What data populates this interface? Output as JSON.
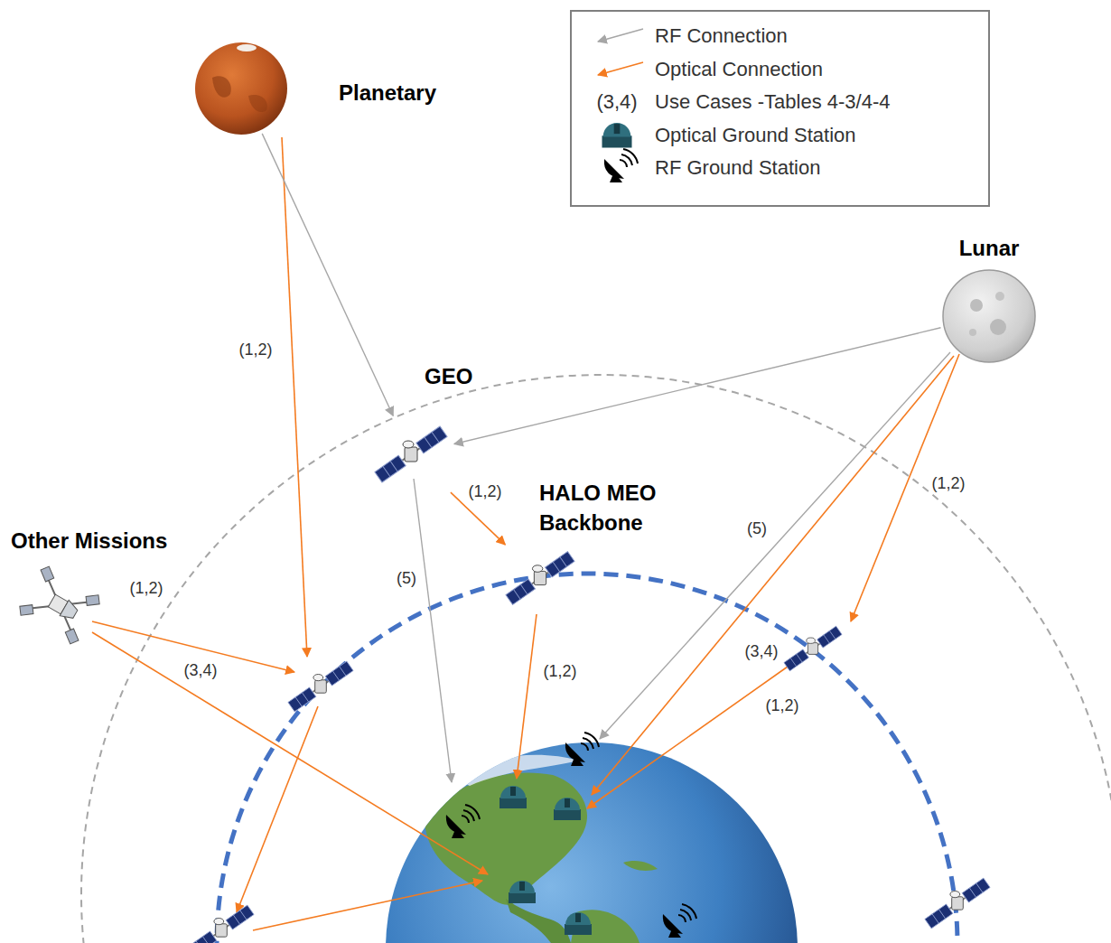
{
  "diagram": {
    "nodes": [
      {
        "text": [
          "Planetary"
        ]
      },
      {
        "text": [
          "GEO"
        ]
      },
      {
        "text": [
          "Lunar"
        ]
      },
      {
        "text": [
          "Other Missions"
        ]
      },
      {
        "text": [
          "HALO MEO Backbone"
        ]
      }
    ],
    "edges": [
      {
        "from": 0,
        "to": 1,
        "arrow": "to"
      },
      {
        "from": 2,
        "to": 1,
        "arrow": "to"
      },
      {
        "from": 1,
        "to": 4,
        "label": "(1,2)",
        "arrow": "to"
      }
    ],
    "labels": [
      "(3,4)",
      "(1,2)",
      "(1,2)",
      "(1,2)",
      "(5)",
      "(5)",
      "(3,4)",
      "(1,2)",
      "(1,2)",
      "(3,4)"
    ],
    "legend": [
      {
        "text": "RF Connection"
      },
      {
        "text": "Optical Connection"
      },
      {
        "text": "Use Cases -Tables 4-3/4-4"
      },
      {
        "text": "Optical Ground Station"
      },
      {
        "text": "RF Ground Station"
      }
    ]
  }
}
